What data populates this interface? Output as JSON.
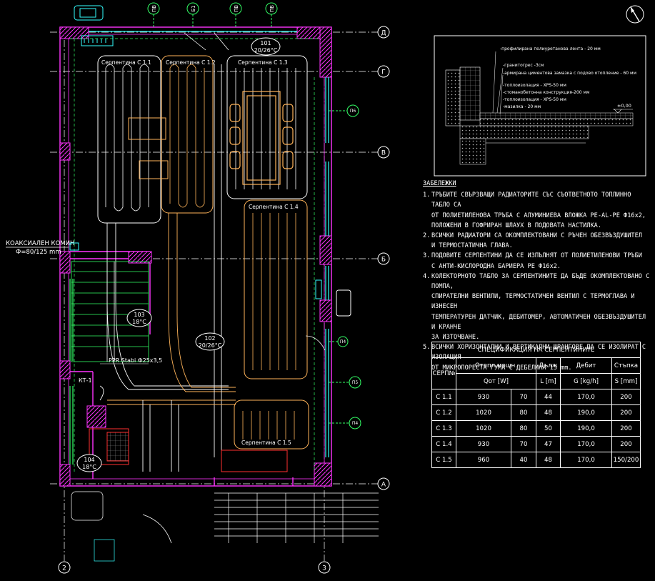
{
  "north_symbol": "north-arrow",
  "axes": {
    "vertical": [
      "2",
      "3"
    ],
    "horizontal": [
      "Д",
      "Г",
      "В",
      "Б",
      "А"
    ],
    "top_marks": [
      "ПВ",
      "Б1",
      "ПВ",
      "ПБ"
    ],
    "side_marks": [
      "П6",
      "П5",
      "П4",
      "П4"
    ]
  },
  "rooms": [
    {
      "num": "101",
      "temp": "20/26°C"
    },
    {
      "num": "102",
      "temp": "20/26°C"
    },
    {
      "num": "103",
      "temp": "18°C"
    },
    {
      "num": "104",
      "temp": "18°C"
    }
  ],
  "coils": [
    "Серпентина С 1.1",
    "Серпентина С 1.2",
    "Серпентина С 1.3",
    "Серпентина С 1.4",
    "Серпентина С 1.5"
  ],
  "labels": {
    "chimney_title": "КОАКСИАЛЕН КОМИН",
    "chimney_size": "Ф=80/125 mm",
    "ppr": "PPR Stabi Ф25х3,5",
    "kt": "КТ-1"
  },
  "section_detail": {
    "layers": [
      "-профилирана полиуретанова лента - 20 мм",
      "-гранитогрес -3см",
      "-армирана циментова замазка с подово отопление - 60 мм",
      "-топлоизолация - XPS-50 мм",
      "-стоманобетонна конструкция-200 мм",
      "-топлоизолация - XPS-50 мм",
      "-мазилка - 20 мм"
    ],
    "level": "±0,00"
  },
  "notes": {
    "title": "ЗАБЕЛЕЖКИ",
    "items": [
      {
        "n": "1.",
        "lines": [
          "ТРЪБИТЕ СВЪРЗВАЩИ РАДИАТОРИТЕ СЪС СЪОТВЕТНОТО ТОПЛИННО ТАБЛО СА",
          "ОТ ПОЛИЕТИЛЕНОВА ТРЪБА С АЛУМИНИЕВА ВЛОЖКА PE-AL-PE Ф16х2,",
          "ПОЛОЖЕНИ В ГОФРИРАН ШЛАУХ В ПОДОВАТА НАСТИЛКА."
        ]
      },
      {
        "n": "2.",
        "lines": [
          "ВСИЧКИ РАДИАТОРИ СА ОКОМПЛЕКТОВАНИ С РЪЧЕН ОБЕЗВЪЗДУШИТЕЛ",
          "И ТЕРМОСТАТИЧНА ГЛАВА."
        ]
      },
      {
        "n": "3.",
        "lines": [
          "ПОДОВИТЕ СЕРПЕНТИНИ ДА СЕ ИЗПЪЛНЯТ ОТ ПОЛИЕТИЛЕНОВИ ТРЪБИ",
          "С АНТИ-КИСЛОРОДНА БАРИЕРА PE Ф16х2."
        ]
      },
      {
        "n": "4.",
        "lines": [
          "КОЛЕКТОРНОТО ТАБЛО ЗА СЕРПЕНТИНИТЕ ДА БЪДЕ ОКОМПЛЕКТОВАНО С ПОМПА,",
          "СПИРАТЕЛНИ ВЕНТИЛИ, ТЕРМОСТАТИЧЕН ВЕНТИЛ С ТЕРМОГЛАВА И ИЗНЕСЕН",
          "ТЕМПЕРАТУРЕН ДАТЧИК, ДЕБИТОМЕР, АВТОМАТИЧЕН ОБЕЗВЪЗДУШИТЕЛ И КРАНЧЕ",
          "ЗА ИЗТОЧВАНЕ."
        ]
      },
      {
        "n": "5.",
        "lines": [
          "ВСИЧКИ ХОРИЗОНТАЛНИ И ВЕРТИКАЛНИ ЩРАНГОВЕ ДА СЕ ИЗОЛИРАТ С ИЗОЛАЦИЯ",
          "ОТ МИКРОПОРЕСТА ГУМА С ДЕБЕЛИНА 13 mm."
        ]
      }
    ]
  },
  "spec": {
    "title": "СПЕЦИФИКАЦИЯ НА СЕРПЕНТИНИТЕ",
    "col_serp": "СЕРП№",
    "col_power": "Отопл.мощн.",
    "col_power_unit": "Qот [W]",
    "col_length": "Дълж",
    "col_length_unit": "L [m]",
    "col_flow": "Дебит",
    "col_flow_unit": "G [kg/h]",
    "col_step": "Стъпка",
    "col_step_unit": "S [mm]",
    "rows": [
      {
        "id": "С 1.1",
        "q": "930",
        "qs": "70",
        "l": "44",
        "g": "170,0",
        "s": "200"
      },
      {
        "id": "С 1.2",
        "q": "1020",
        "qs": "80",
        "l": "48",
        "g": "190,0",
        "s": "200"
      },
      {
        "id": "С 1.3",
        "q": "1020",
        "qs": "80",
        "l": "50",
        "g": "190,0",
        "s": "200"
      },
      {
        "id": "С 1.4",
        "q": "930",
        "qs": "70",
        "l": "47",
        "g": "170,0",
        "s": "200"
      },
      {
        "id": "С 1.5",
        "q": "960",
        "qs": "40",
        "l": "48",
        "g": "170,0",
        "s": "150/200"
      }
    ]
  },
  "colors": {
    "wall": "#ff33ff",
    "pipe_orange": "#ffb45a",
    "pipe_white": "#ffffff",
    "cyan": "#33ffff",
    "green": "#33ff66",
    "red": "#ff3030",
    "yellow": "#ffee33"
  }
}
